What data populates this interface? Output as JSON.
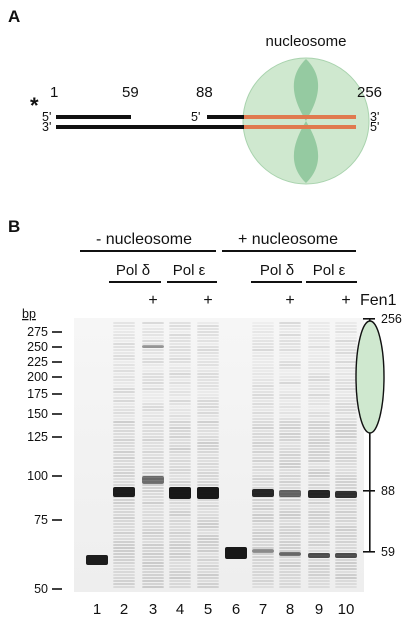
{
  "panel_a": {
    "label": "A",
    "star": "*",
    "nucleosome_label": "nucleosome",
    "positions": [
      "1",
      "59",
      "88",
      "256"
    ],
    "strand_ends": {
      "left_top": "5'",
      "left_bottom": "3'",
      "mid_top": "5'",
      "right_top": "3'",
      "right_bottom": "5'"
    },
    "colors": {
      "dna": "#111111",
      "nucleosome_dna": "#e07a4f",
      "histone_fill": "#cfe8cf",
      "histone_core": "#8ec79b"
    }
  },
  "panel_b": {
    "label": "B",
    "groups": [
      "- nucleosome",
      "+ nucleosome"
    ],
    "polymerases": [
      "Pol δ",
      "Pol ε",
      "Pol δ",
      "Pol ε"
    ],
    "fen1_marks": [
      "+",
      "+",
      "+",
      "+"
    ],
    "fen1_label": "Fen1",
    "bp_unit": "bp",
    "ladder": [
      "275",
      "250",
      "225",
      "200",
      "175",
      "150",
      "125",
      "100",
      "75",
      "50"
    ],
    "lane_numbers": [
      "1",
      "2",
      "3",
      "4",
      "5",
      "6",
      "7",
      "8",
      "9",
      "10"
    ],
    "scale_marks": [
      "256",
      "88",
      "59"
    ]
  }
}
